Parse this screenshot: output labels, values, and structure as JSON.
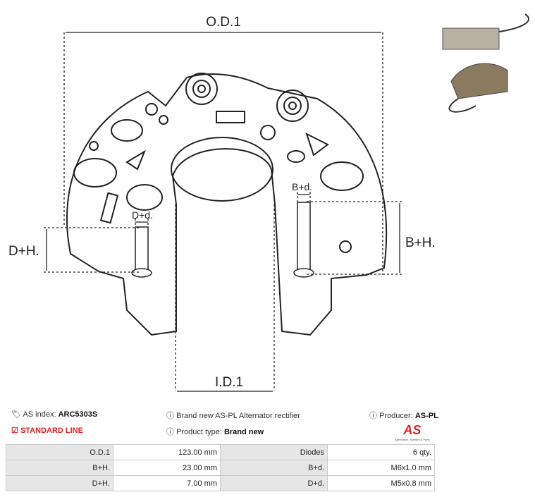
{
  "diagram": {
    "od": "O.D.1",
    "id": "I.D.1",
    "bh": "B+H.",
    "dh": "D+H.",
    "bd": "B+d.",
    "dd": "D+d."
  },
  "info": {
    "as_index_label": "AS index:",
    "as_index": "ARC5303S",
    "description": "Brand new AS-PL Alternator rectifier",
    "producer_label": "Producer:",
    "producer": "AS-PL",
    "line": "STANDARD LINE",
    "type_label": "Product type:",
    "type": "Brand new"
  },
  "logo": {
    "mark": "AS",
    "tagline": "Alternators, Starters & Parts",
    "color": "#e02020"
  },
  "specs": [
    {
      "k1": "O.D.1",
      "v1": "123.00 mm",
      "k2": "Diodes",
      "v2": "6 qty."
    },
    {
      "k1": "B+H.",
      "v1": "23.00 mm",
      "k2": "B+d.",
      "v2": "M6x1.0 mm"
    },
    {
      "k1": "D+H.",
      "v1": "7.00 mm",
      "k2": "D+d.",
      "v2": "M5x0.8 mm"
    }
  ]
}
